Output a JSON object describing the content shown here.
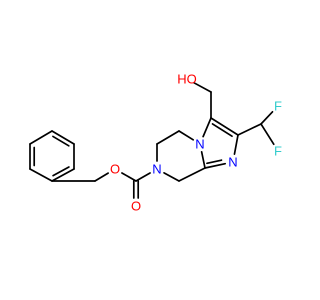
{
  "molecule": {
    "atoms": [
      {
        "id": "ph1",
        "element": "C",
        "label": ""
      },
      {
        "id": "ph2",
        "element": "C",
        "label": ""
      },
      {
        "id": "ph3",
        "element": "C",
        "label": ""
      },
      {
        "id": "ph4",
        "element": "C",
        "label": ""
      },
      {
        "id": "ph5",
        "element": "C",
        "label": ""
      },
      {
        "id": "ph6",
        "element": "C",
        "label": ""
      },
      {
        "id": "ch2_benzyl",
        "element": "C",
        "label": ""
      },
      {
        "id": "o_ester",
        "element": "O",
        "label": "O"
      },
      {
        "id": "c_carbonyl",
        "element": "C",
        "label": ""
      },
      {
        "id": "o_carbonyl",
        "element": "O",
        "label": "O"
      },
      {
        "id": "n7",
        "element": "N",
        "label": "N"
      },
      {
        "id": "c6",
        "element": "C",
        "label": ""
      },
      {
        "id": "c5",
        "element": "C",
        "label": ""
      },
      {
        "id": "n4",
        "element": "N",
        "label": "N"
      },
      {
        "id": "c3",
        "element": "C",
        "label": ""
      },
      {
        "id": "c2",
        "element": "C",
        "label": ""
      },
      {
        "id": "n1",
        "element": "N",
        "label": "N"
      },
      {
        "id": "c8a",
        "element": "C",
        "label": ""
      },
      {
        "id": "c8",
        "element": "C",
        "label": ""
      },
      {
        "id": "ch2_hydroxymethyl",
        "element": "C",
        "label": ""
      },
      {
        "id": "o_hydroxyl",
        "element": "O",
        "label": "HO"
      },
      {
        "id": "chf2",
        "element": "C",
        "label": ""
      },
      {
        "id": "f1",
        "element": "F",
        "label": "F"
      },
      {
        "id": "f2",
        "element": "F",
        "label": "F"
      }
    ],
    "bonds": [
      {
        "from": "ph1",
        "to": "ph2",
        "order": 2
      },
      {
        "from": "ph2",
        "to": "ph3",
        "order": 1
      },
      {
        "from": "ph3",
        "to": "ph4",
        "order": 2
      },
      {
        "from": "ph4",
        "to": "ph5",
        "order": 1
      },
      {
        "from": "ph5",
        "to": "ph6",
        "order": 2
      },
      {
        "from": "ph6",
        "to": "ph1",
        "order": 1
      },
      {
        "from": "ph6",
        "to": "ch2_benzyl",
        "order": 1
      },
      {
        "from": "ch2_benzyl",
        "to": "o_ester",
        "order": 1
      },
      {
        "from": "o_ester",
        "to": "c_carbonyl",
        "order": 1
      },
      {
        "from": "c_carbonyl",
        "to": "o_carbonyl",
        "order": 2
      },
      {
        "from": "c_carbonyl",
        "to": "n7",
        "order": 1
      },
      {
        "from": "n7",
        "to": "c6",
        "order": 1
      },
      {
        "from": "c6",
        "to": "c5",
        "order": 1
      },
      {
        "from": "c5",
        "to": "n4",
        "order": 1
      },
      {
        "from": "n4",
        "to": "c3",
        "order": 1
      },
      {
        "from": "c3",
        "to": "c2",
        "order": 2
      },
      {
        "from": "c2",
        "to": "n1",
        "order": 1
      },
      {
        "from": "n1",
        "to": "c8a",
        "order": 2
      },
      {
        "from": "c8a",
        "to": "n4",
        "order": 1
      },
      {
        "from": "c8a",
        "to": "c8",
        "order": 1
      },
      {
        "from": "c8",
        "to": "n7",
        "order": 1
      },
      {
        "from": "c3",
        "to": "ch2_hydroxymethyl",
        "order": 1
      },
      {
        "from": "ch2_hydroxymethyl",
        "to": "o_hydroxyl",
        "order": 1
      },
      {
        "from": "c2",
        "to": "chf2",
        "order": 1
      },
      {
        "from": "chf2",
        "to": "f1",
        "order": 1
      },
      {
        "from": "chf2",
        "to": "f2",
        "order": 1
      }
    ],
    "colors": {
      "bond": "#000000",
      "O": "#ff0000",
      "N": "#0000ff",
      "F": "#33cccc",
      "C": "#000000"
    }
  }
}
